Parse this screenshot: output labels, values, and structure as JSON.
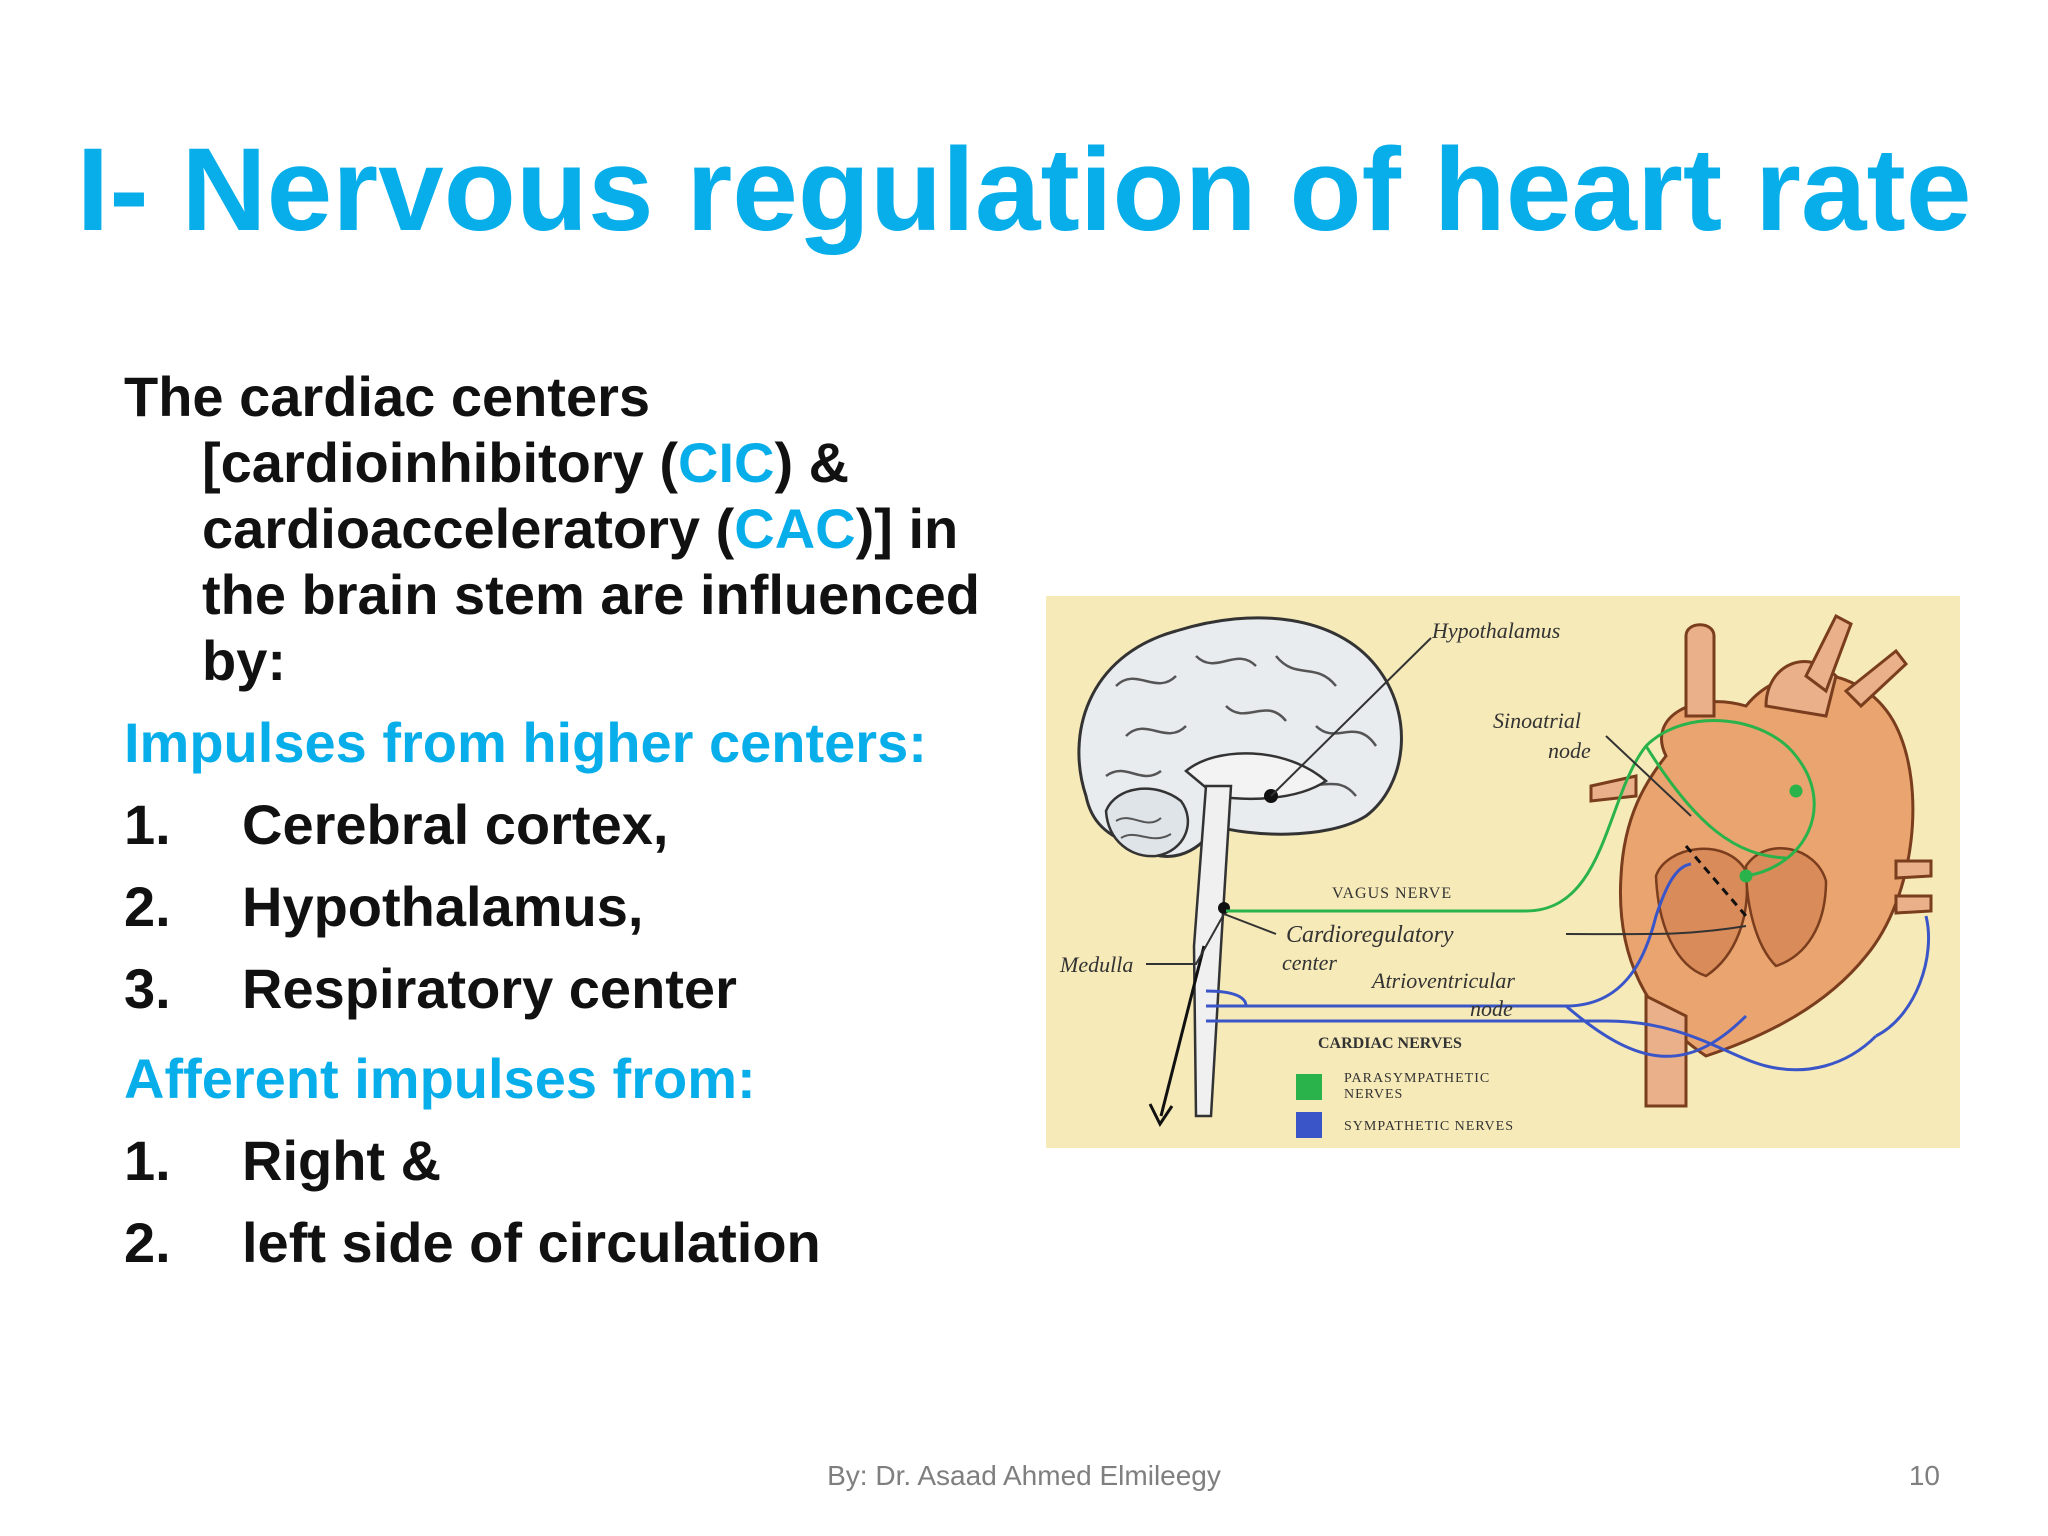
{
  "slide": {
    "title": "I- Nervous regulation of heart rate",
    "intro": {
      "part1": "The cardiac centers [cardioinhibitory (",
      "cic": "CIC",
      "part2": ") & cardioacceleratory (",
      "cac": "CAC",
      "part3": ")] in the brain stem are influenced by:"
    },
    "section1": {
      "heading": "Impulses from higher centers:",
      "items": [
        {
          "num": "1.",
          "text": "Cerebral cortex,"
        },
        {
          "num": "2.",
          "text": "Hypothalamus,"
        },
        {
          "num": "3.",
          "text": "Respiratory center"
        }
      ]
    },
    "section2": {
      "heading": "Afferent impulses from:",
      "items": [
        {
          "num": "1.",
          "text": "Right &"
        },
        {
          "num": "2.",
          "text": "left side of circulation"
        }
      ]
    },
    "figure": {
      "labels": {
        "hypothalamus": "Hypothalamus",
        "sinoatrial_1": "Sinoatrial",
        "sinoatrial_2": "node",
        "vagus": "VAGUS NERVE",
        "cardioreg_1": "Cardioregulatory",
        "cardioreg_2": "center",
        "medulla": "Medulla",
        "av_1": "Atrioventricular",
        "av_2": "node",
        "cardiac_nerves": "CARDIAC NERVES",
        "legend_para_1": "PARASYMPATHETIC",
        "legend_para_2": "NERVES",
        "legend_symp": "SYMPATHETIC NERVES"
      },
      "colors": {
        "background": "#f6eab8",
        "parasympathetic": "#2ab34a",
        "sympathetic": "#3a55c8",
        "heart": "#e9a46f",
        "brain": "#e8ecef"
      }
    },
    "footer": {
      "author": "By: Dr. Asaad Ahmed Elmileegy",
      "page": "10"
    }
  }
}
